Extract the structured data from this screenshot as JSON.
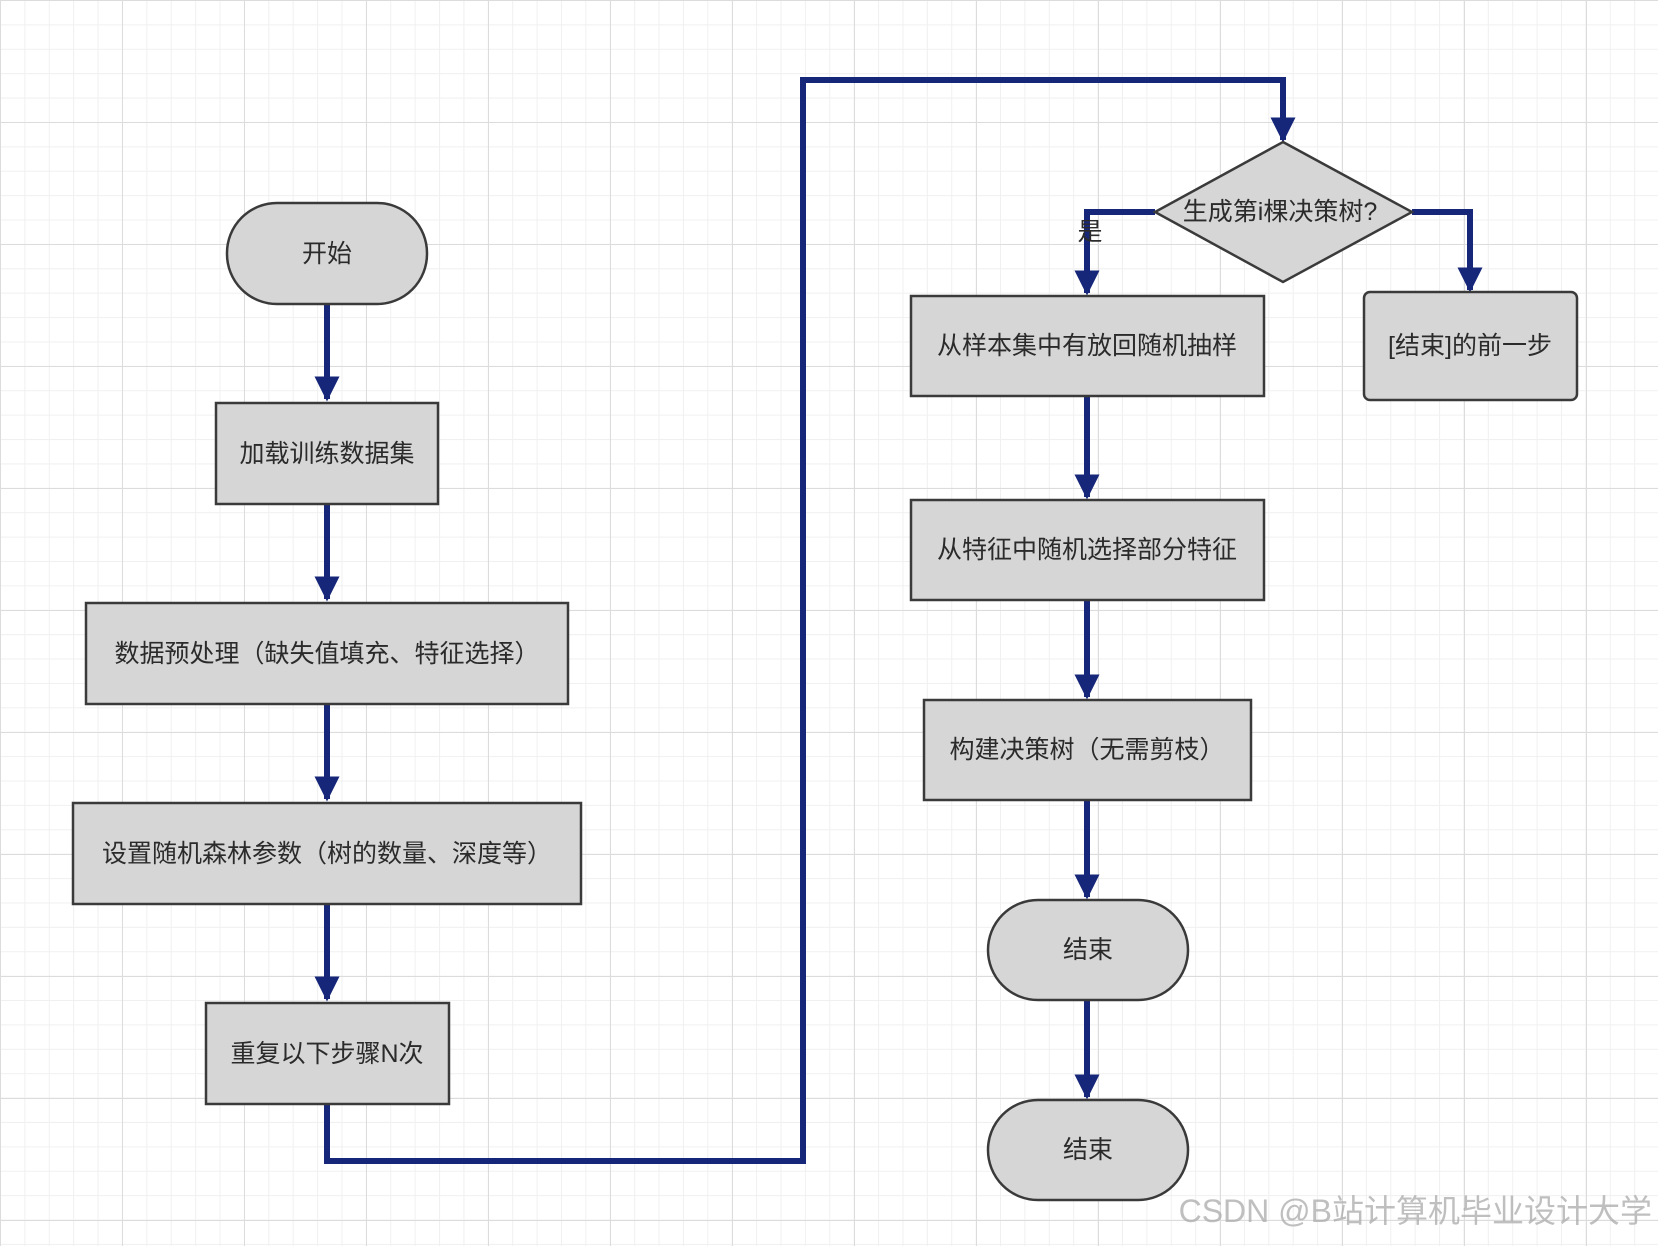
{
  "colors": {
    "node_fill": "#d6d6d6",
    "node_stroke": "#3a3a3a",
    "edge": "#16277a"
  },
  "nodes": {
    "start": "开始",
    "load": "加载训练数据集",
    "preprocess": "数据预处理（缺失值填充、特征选择）",
    "params": "设置随机森林参数（树的数量、深度等）",
    "repeat": "重复以下步骤N次",
    "decision": "生成第i棵决策树?",
    "sample": "从样本集中有放回随机抽样",
    "prev_end": "[结束]的前一步",
    "features": "从特征中随机选择部分特征",
    "build": "构建决策树（无需剪枝）",
    "end1": "结束",
    "end2": "结束"
  },
  "edge_labels": {
    "yes": "是"
  },
  "watermark": "CSDN @B站计算机毕业设计大学"
}
